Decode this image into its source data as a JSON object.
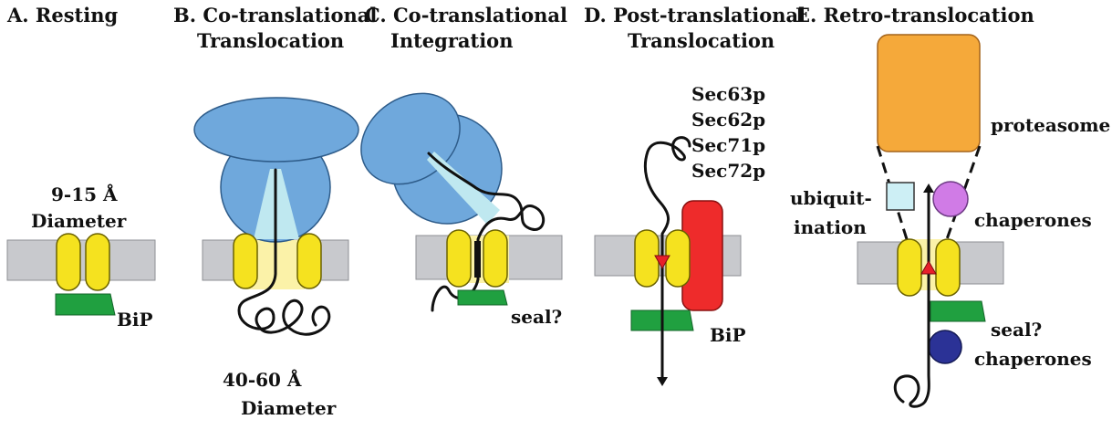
{
  "panels": {
    "a": {
      "title": "A.  Resting",
      "diameter_value": "9-15 Å",
      "diameter_word": "Diameter",
      "bip": "BiP"
    },
    "b": {
      "title_line1": "B. Co-translational",
      "title_line2": "Translocation",
      "diameter_value": "40-60 Å",
      "diameter_word": "Diameter"
    },
    "c": {
      "title_line1": "C. Co-translational",
      "title_line2": "Integration",
      "seal": "seal?"
    },
    "d": {
      "title_line1": "D. Post-translational",
      "title_line2": "Translocation",
      "sec63": "Sec63p",
      "sec62": "Sec62p",
      "sec71": "Sec71p",
      "sec72": "Sec72p",
      "bip": "BiP"
    },
    "e": {
      "title": "E. Retro-translocation",
      "proteasome": "proteasome",
      "ubiq_line1": "ubiquit-",
      "ubiq_line2": "ination",
      "chaperones_top": "chaperones",
      "seal": "seal?",
      "chaperones_bottom": "chaperones"
    }
  },
  "colors": {
    "membrane": "#c8c9cd",
    "membrane_edge": "#8e8f94",
    "channel": "#f5e21f",
    "channel_edge": "#6b6200",
    "channel_glow": "#fbf2a8",
    "bip": "#20a040",
    "ribosome": "#6fa8dc",
    "ribosome_edge": "#2e5c8a",
    "tunnel": "#bfe8f0",
    "sec_complex": "#ee2b2b",
    "proteasome": "#f5a93a",
    "chaperone_top": "#d07be6",
    "chaperone_bottom": "#2b3296",
    "ubiquitin": "#cdeff5",
    "plug": "#e8202a",
    "chain": "#111111"
  },
  "icons": {
    "ribosome": "ribosome-icon",
    "channel": "sec61-channel-icon",
    "bip": "bip-chaperone-icon",
    "proteasome": "proteasome-icon",
    "arrow": "arrow-icon"
  }
}
